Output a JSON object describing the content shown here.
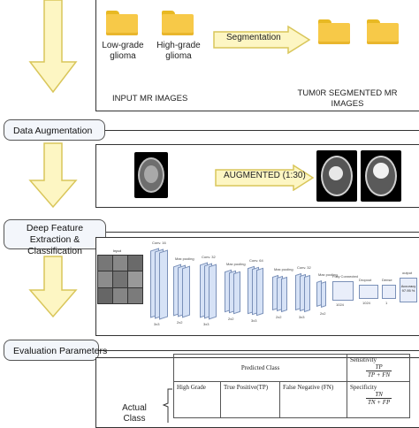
{
  "stages": {
    "augmentation": "Data Augmentation",
    "feature_extraction_line1": "Deep Feature Extraction &",
    "feature_extraction_line2": "Classification",
    "evaluation": "Evaluation Parameters"
  },
  "input_panel": {
    "low_grade_line1": "Low-grade",
    "low_grade_line2": "glioma",
    "high_grade_line1": "High-grade",
    "high_grade_line2": "glioma",
    "input_caption": "INPUT MR IMAGES",
    "segmentation_label": "Segmentation",
    "output_line1": "TUM0R SEGMENTED MR",
    "output_line2": "IMAGES"
  },
  "augmentation_panel": {
    "arrow_label": "AUGMENTED (1:30)"
  },
  "cnn_panel": {
    "input_label": "Input",
    "layer_labels": [
      "Conv. 16",
      "Max pooling",
      "Conv. 32",
      "Max pooling",
      "Conv. 64",
      "Max pooling",
      "Conv. 32",
      "Max pooling",
      "Fully Connected",
      "Dropout",
      "Dense",
      "output"
    ],
    "output_value": "Accuracy 97.95 %",
    "size_labels": [
      "3x3",
      "2x2",
      "3x3",
      "2x2",
      "3x3",
      "2x2",
      "3x3",
      "2x2",
      "1024",
      "1024",
      "1"
    ]
  },
  "evaluation_table": {
    "predicted_class": "Predicted Class",
    "sensitivity_label": "Sensitivity",
    "sensitivity_num": "TP",
    "sensitivity_den": "TP + FN",
    "specificity_label": "Specificity",
    "specificity_num": "TN",
    "specificity_den": "TN + FP",
    "row_high_grade": "High Grade",
    "true_positive": "True Positive(TP)",
    "false_negative": "False Negative (FN)",
    "actual_class_line1": "Actual",
    "actual_class_line2": "Class"
  },
  "colors": {
    "arrow_fill": "#fdf6c3",
    "arrow_stroke": "#d9c65a",
    "folder": "#f7c948",
    "layer_fill": "#d6e2f6",
    "label_fill": "#f3f6fb"
  }
}
